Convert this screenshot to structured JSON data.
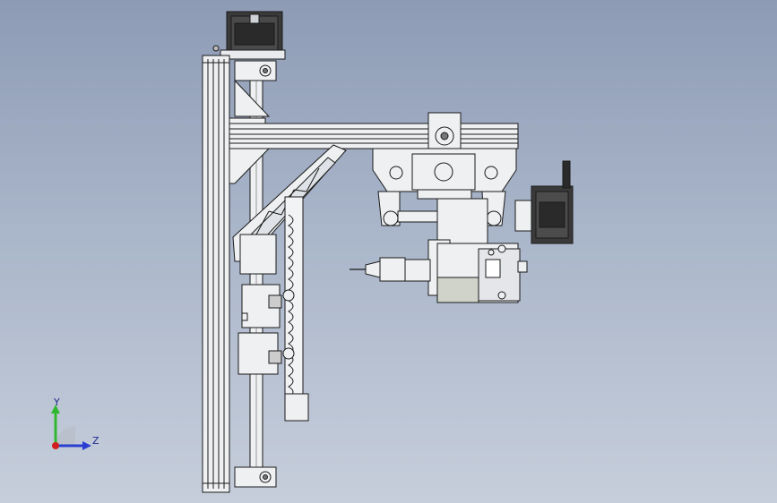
{
  "viewport": {
    "background_top": "#8d9bb5",
    "background_bottom": "#c6cedb"
  },
  "model": {
    "part_color": "#eef0f2",
    "edge_color": "#1a1a1a",
    "motor_color": "#3a3a3a",
    "parts": [
      "top-stepper-motor",
      "vertical-extrusion",
      "horizontal-extrusion",
      "truss-brace",
      "guide-rod",
      "carriage",
      "side-stepper-motor",
      "spindle-motor",
      "tool-bit",
      "cable-chain",
      "pillow-blocks"
    ]
  },
  "triad": {
    "y_label": "Y",
    "z_label": "Z",
    "y_color": "#2fb82f",
    "z_color": "#2a3fd1",
    "origin_color": "#d11f1f"
  }
}
